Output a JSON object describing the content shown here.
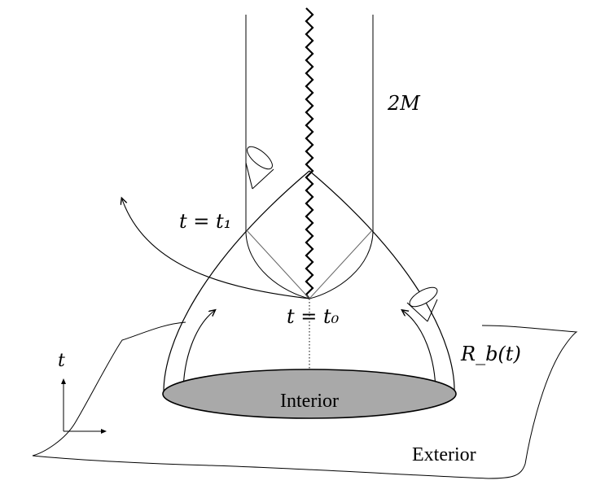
{
  "labels": {
    "horizon_radius": "2M",
    "t1_label": "t = t₁",
    "t0_label": "t = t₀",
    "boundary_label": "R_b(t)",
    "interior_label": "Interior",
    "exterior_label": "Exterior",
    "time_axis_label": "t"
  },
  "colors": {
    "line": "#000000",
    "interior_fill": "#a9a9a9",
    "background": "#ffffff"
  }
}
